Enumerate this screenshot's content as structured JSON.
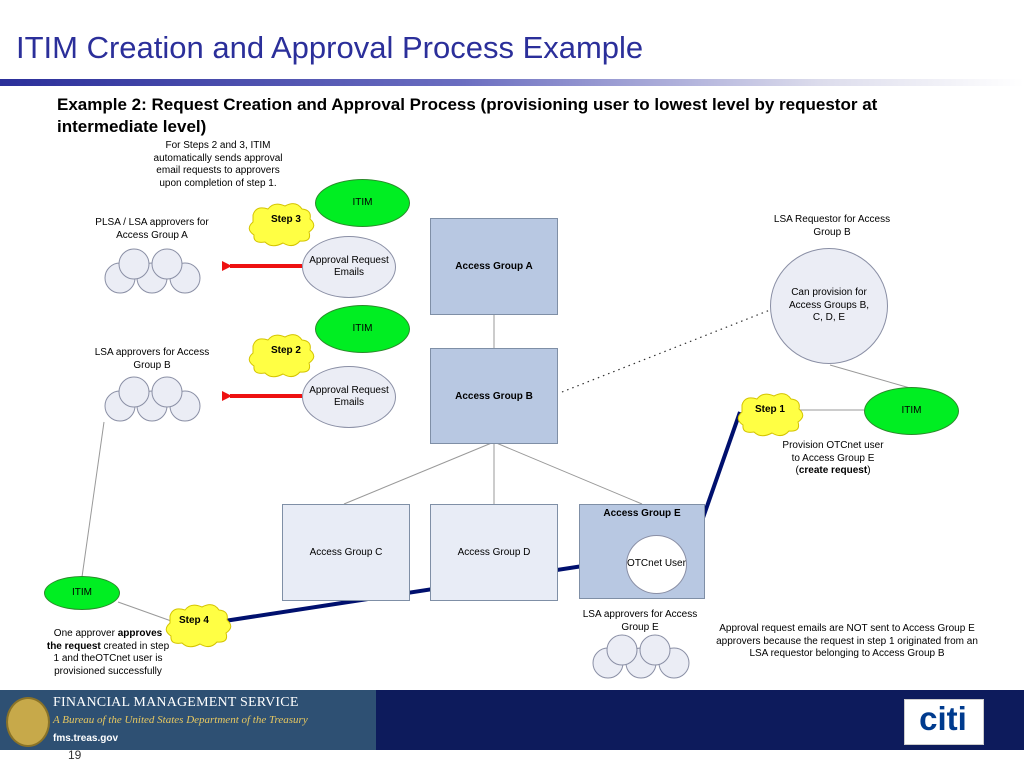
{
  "slide": {
    "title": "ITIM Creation and Approval Process Example",
    "subtitle": "Example 2: Request Creation and Approval Process (provisioning user to lowest level by requestor at intermediate level)",
    "page_number": "19"
  },
  "notes": {
    "steps_2_3": "For Steps 2 and 3, ITIM automatically sends approval email requests to approvers upon completion of step 1.",
    "plsa_approvers": "PLSA / LSA approvers for Access Group A",
    "lsa_approvers_b": "LSA approvers for Access Group B",
    "lsa_requestor": "LSA Requestor for Access Group B",
    "lsa_approvers_e": "LSA approvers for Access Group E",
    "provision_line1": "Provision OTCnet user",
    "provision_line2": "to Access Group E",
    "provision_open": "(",
    "provision_bold": "create request",
    "provision_close": ")",
    "approver_pre": "One approver ",
    "approver_bold": "approves the request",
    "approver_post": " created in step 1 and theOTCnet user is provisioned successfully",
    "not_sent": "Approval request emails are NOT sent to Access Group E approvers because the request in step 1 originated from an LSA requestor belonging to Access Group B"
  },
  "nodes": {
    "itim": "ITIM",
    "approval_request": "Approval Request Emails",
    "can_provision": "Can provision for Access Groups B, C, D, E",
    "otcnet_user": "OTCnet User"
  },
  "steps": {
    "step1": "Step 1",
    "step2": "Step 2",
    "step3": "Step 3",
    "step4": "Step 4"
  },
  "groups": {
    "a": "Access Group A",
    "b": "Access Group B",
    "c": "Access Group C",
    "d": "Access Group D",
    "e": "Access Group E"
  },
  "footer": {
    "org_name": "FINANCIAL MANAGEMENT SERVICE",
    "org_tagline": "A Bureau of the United States Department of the Treasury",
    "org_url": "fms.treas.gov",
    "partner_logo": "citi"
  },
  "colors": {
    "title": "#2b2f9a",
    "itim_green": "#00ee22",
    "access_group_dark": "#b8c8e2",
    "access_group_light": "#e8ecf6",
    "step_burst": "#ffff44",
    "red_arrow": "#ee1111",
    "navy_arrow": "#00106e",
    "footer_navy": "#0d1b5c"
  }
}
